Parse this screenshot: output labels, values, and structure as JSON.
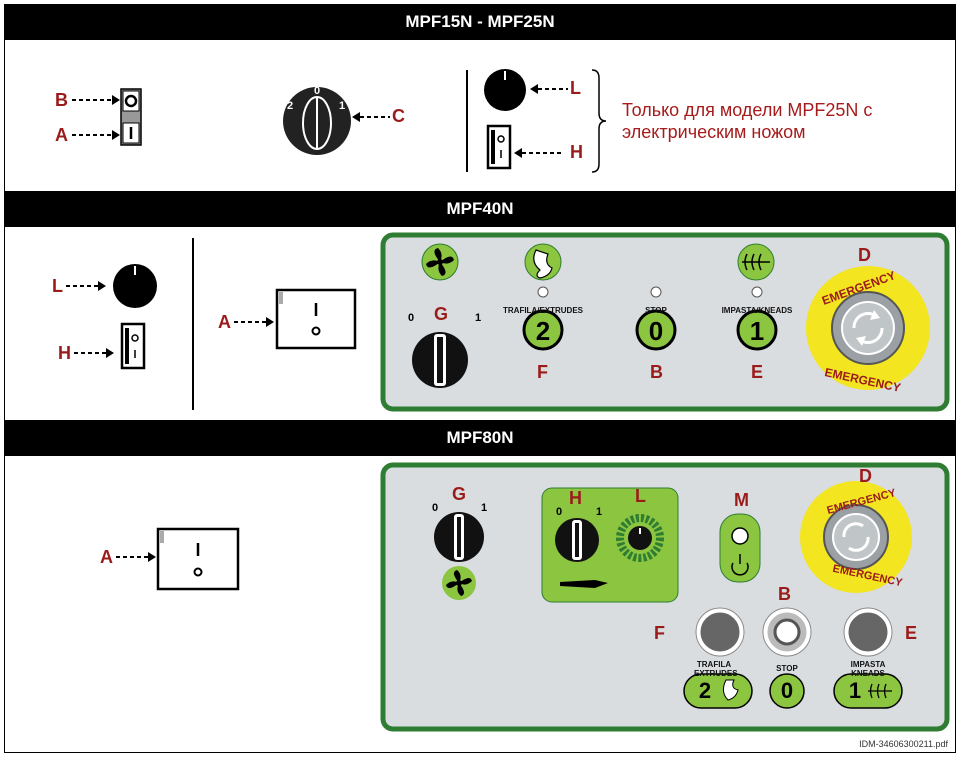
{
  "sections": [
    {
      "title": "MPF15N - MPF25N"
    },
    {
      "title": "MPF40N"
    },
    {
      "title": "MPF80N"
    }
  ],
  "s1": {
    "B": "B",
    "A": "A",
    "C": "C",
    "L": "L",
    "H": "H",
    "dial_0": "0",
    "dial_1": "1",
    "dial_2": "2",
    "note": "Только для модели MPF25N с электрическим ножом"
  },
  "s2": {
    "L": "L",
    "H": "H",
    "A": "A",
    "D": "D",
    "G": "G",
    "F": "F",
    "B": "B",
    "E": "E",
    "g0": "0",
    "g1": "1",
    "trafila": "TRAFILA/EXTRUDES",
    "stop": "STOP",
    "impasta": "IMPASTA/KNEADS",
    "btn2": "2",
    "btn0": "0",
    "btn1": "1",
    "emergency": "EMERGENCY"
  },
  "s3": {
    "A": "A",
    "G": "G",
    "H": "H",
    "L": "L",
    "M": "M",
    "D": "D",
    "B": "B",
    "F": "F",
    "E": "E",
    "g0": "0",
    "g1": "1",
    "h0": "0",
    "h1": "1",
    "trafila1": "TRAFILA",
    "trafila2": "EXTRUDES",
    "stop": "STOP",
    "impasta1": "IMPASTA",
    "impasta2": "KNEADS",
    "btn2": "2",
    "btn0": "0",
    "btn1": "1",
    "emergency": "EMERGENCY"
  },
  "footer": "IDM-34606300211.pdf",
  "colors": {
    "label": "#9b1b1b",
    "panel": "#d9dde0",
    "green": "#8cc53f",
    "border": "#2e7d32",
    "yellow": "#f3e51f"
  }
}
